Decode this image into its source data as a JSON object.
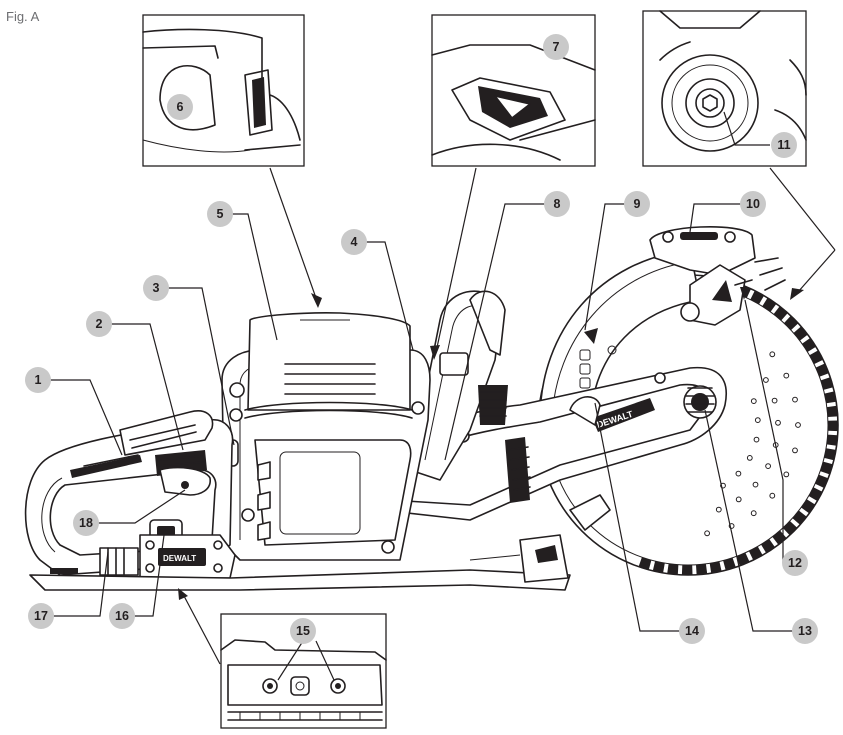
{
  "figure": {
    "title": "Fig. A"
  },
  "callouts": [
    {
      "id": "c1",
      "label": "1"
    },
    {
      "id": "c2",
      "label": "2"
    },
    {
      "id": "c3",
      "label": "3"
    },
    {
      "id": "c4",
      "label": "4"
    },
    {
      "id": "c5",
      "label": "5"
    },
    {
      "id": "c6",
      "label": "6"
    },
    {
      "id": "c7",
      "label": "7"
    },
    {
      "id": "c8",
      "label": "8"
    },
    {
      "id": "c9",
      "label": "9"
    },
    {
      "id": "c10",
      "label": "10"
    },
    {
      "id": "c11",
      "label": "11"
    },
    {
      "id": "c12",
      "label": "12"
    },
    {
      "id": "c13",
      "label": "13"
    },
    {
      "id": "c14",
      "label": "14"
    },
    {
      "id": "c15",
      "label": "15"
    },
    {
      "id": "c16",
      "label": "16"
    },
    {
      "id": "c17",
      "label": "17"
    },
    {
      "id": "c18",
      "label": "18"
    }
  ],
  "branding": {
    "logo_text": "DEWALT"
  },
  "colors": {
    "badge": "#c9c9c9",
    "ink": "#231f20"
  }
}
